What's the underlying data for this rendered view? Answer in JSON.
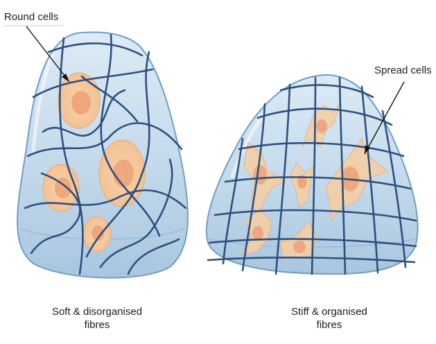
{
  "labels": {
    "round_cells": "Round cells",
    "spread_cells": "Spread cells"
  },
  "captions": {
    "left": {
      "line1": "Soft & disorganised",
      "line2": "fibres"
    },
    "right": {
      "line1": "Stiff & organised",
      "line2": "fibres"
    }
  },
  "colors": {
    "gel_fill": "#c6dcee",
    "gel_stroke": "#6f9ec4",
    "fibre": "#2e4f7d",
    "cell_outer": "#f5cfa5",
    "cell_nucleus": "#ee9d73",
    "arrow": "#111111"
  }
}
